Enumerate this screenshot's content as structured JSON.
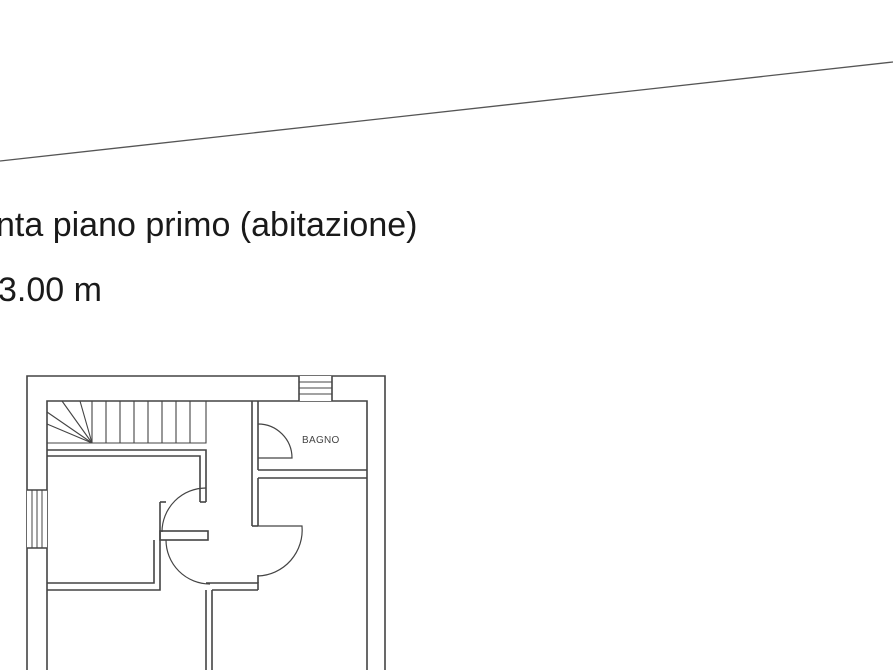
{
  "drawing": {
    "title": "nta piano primo (abitazione)",
    "height_label": "3.00 m",
    "rooms": {
      "bathroom": "BAGNO"
    }
  }
}
